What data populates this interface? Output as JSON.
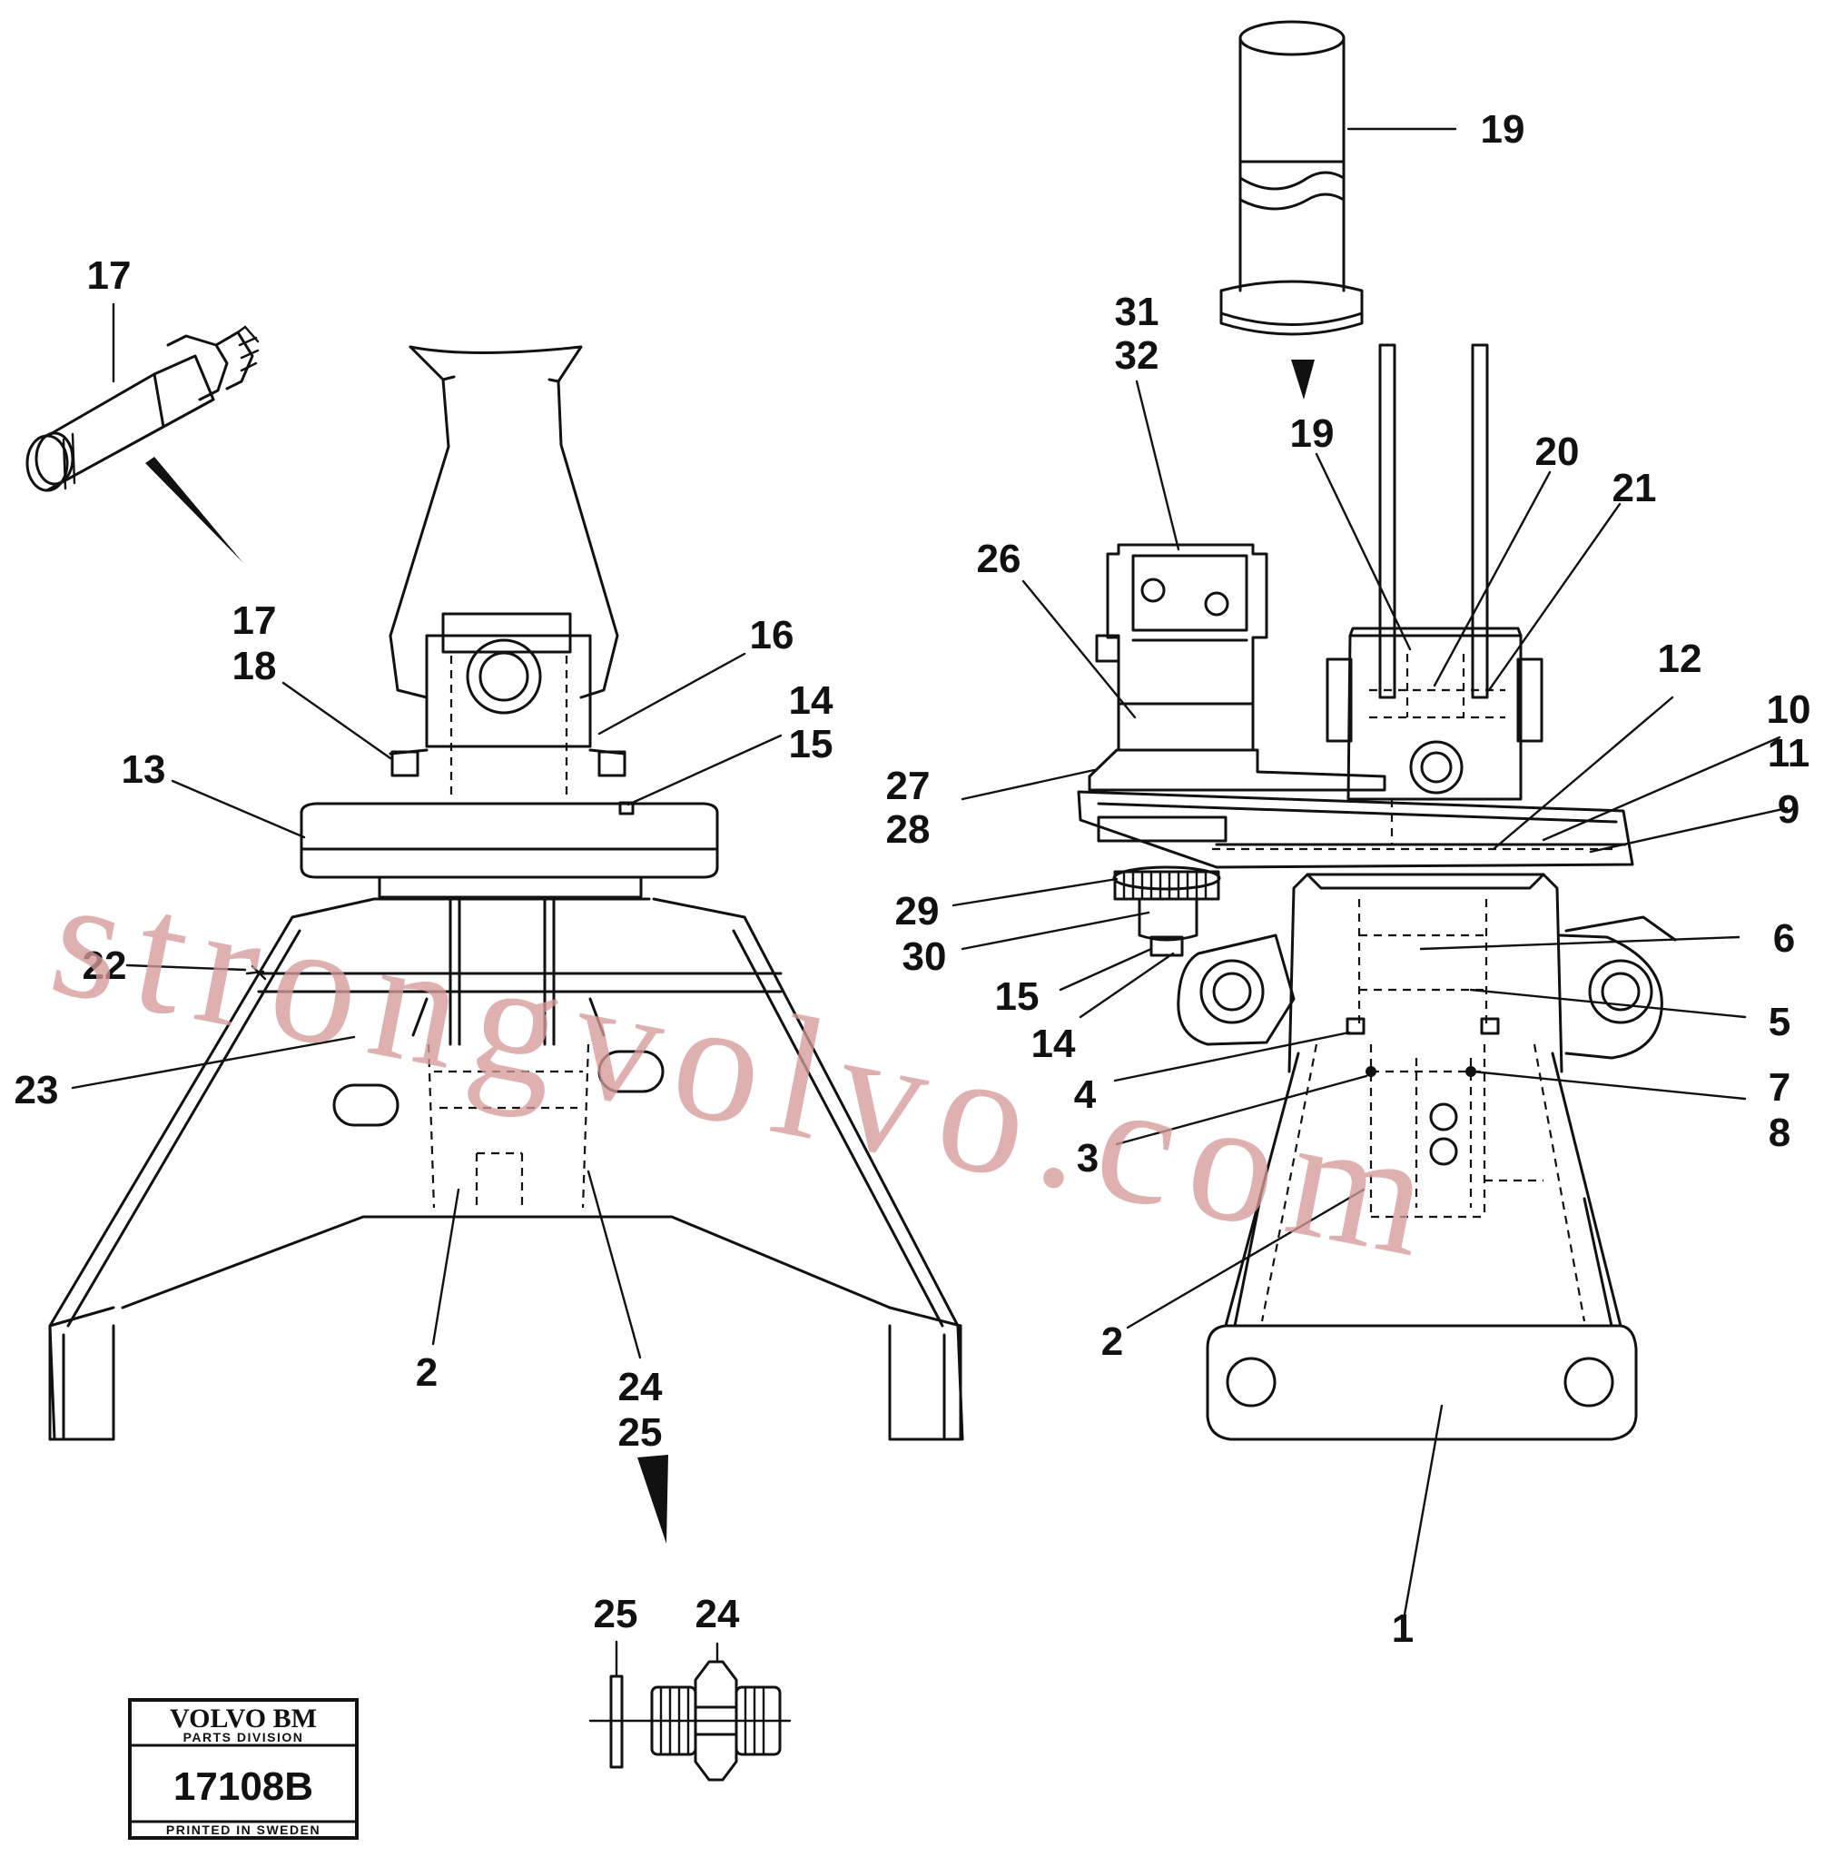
{
  "diagram": {
    "callouts": {
      "p17_top": "17",
      "p17_bot": "17",
      "p18": "18",
      "p13": "13",
      "p16": "16",
      "p14_l": "14",
      "p15_l": "15",
      "p22": "22",
      "p23": "23",
      "p2_l": "2",
      "p24_a": "24",
      "p25_a": "25",
      "p25_b": "25",
      "p24_b": "24",
      "p19_top": "19",
      "p19_mid": "19",
      "p20": "20",
      "p21": "21",
      "p31": "31",
      "p32": "32",
      "p26": "26",
      "p12": "12",
      "p10": "10",
      "p11": "11",
      "p9": "9",
      "p27": "27",
      "p28": "28",
      "p29": "29",
      "p30": "30",
      "p15_r": "15",
      "p14_r": "14",
      "p6": "6",
      "p5": "5",
      "p4": "4",
      "p3": "3",
      "p7": "7",
      "p8": "8",
      "p2_r": "2",
      "p1": "1"
    }
  },
  "stamp": {
    "brand": "VOLVO BM",
    "division": "PARTS DIVISION",
    "number": "17108B",
    "printed": "PRINTED IN SWEDEN"
  },
  "watermark": "strongvolvo.com"
}
